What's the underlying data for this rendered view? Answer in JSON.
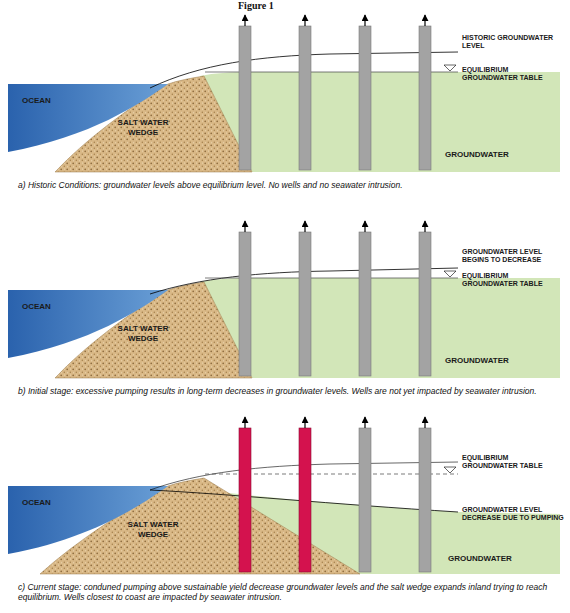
{
  "diagram": {
    "title": "Figure 1",
    "labels": [
      "OCEAN",
      "SALT WATER WEDGE",
      "GROUNDWATER",
      "HISTORIC GROUNDWATER LEVEL",
      "EQUILIBRIUM GROUNDWATER TABLE",
      "a) Historic Conditions: groundwater levels above equilibrium level. No wells and no seawater intrusion.",
      "OCEAN",
      "SALT WATER WEDGE",
      "GROUNDWATER",
      "GROUNDWATER LEVEL BEGINS TO DECREASE",
      "EQUILIBRIUM GROUNDWATER TABLE",
      "b) Initial stage: excessive pumping results in long-term decreases in groundwater levels. Wells are not yet impacted by seawater intrusion.",
      "OCEAN",
      "SALT WATER WEDGE",
      "GROUNDWATER",
      "EQUILIBRIUM GROUNDWATER TABLE",
      "GROUNDWATER LEVEL DECREASE DUE TO PUMPING",
      "c) Current stage: conduned pumping above sustainable yield decrease groundwater levels and the salt wedge expands inland trying to reach equilibrium. Wells closest to coast are impacted by seawater intrusion."
    ]
  }
}
